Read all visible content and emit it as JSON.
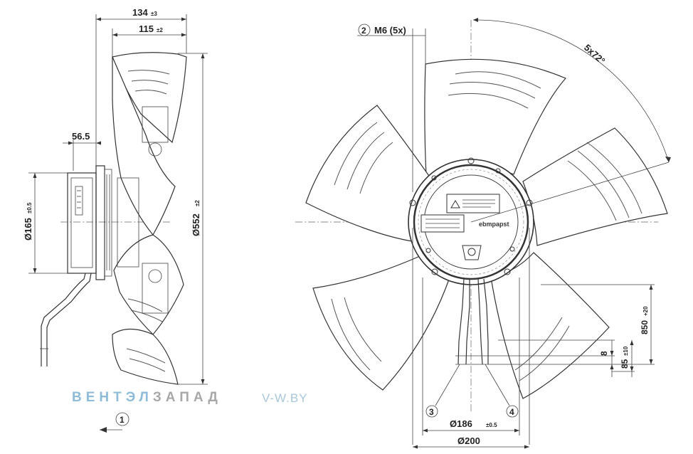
{
  "dimensions": {
    "overall_depth": "134",
    "overall_depth_tol": "±3",
    "blade_depth": "115",
    "blade_depth_tol": "±2",
    "hub_offset": "56.5",
    "motor_diameter": "Ø165",
    "motor_diameter_tol": "±0.5",
    "fan_diameter": "Ø552",
    "fan_diameter_tol": "±2",
    "mount_thread": "M6 (5x)",
    "angle_pattern": "5x72°",
    "cable_length": "850",
    "cable_length_tol": "+20",
    "dim_8": "8",
    "dim_85": "85",
    "dim_85_tol": "±10",
    "bolt_circle": "Ø186",
    "bolt_circle_tol": "±0.5",
    "flange_diameter": "Ø200"
  },
  "callouts": {
    "c1": "1",
    "c2": "2",
    "c3": "3",
    "c4": "4"
  },
  "brand": {
    "part1": "ВЕНТЭЛ",
    "part2": "ЗАПАД",
    "site": "V-W.BY"
  },
  "logo_text": "ebmpapst",
  "colors": {
    "brand_blue": "#8fbcd6",
    "brand_gray": "#a8a8a8",
    "site_color": "#a9c7d9"
  }
}
